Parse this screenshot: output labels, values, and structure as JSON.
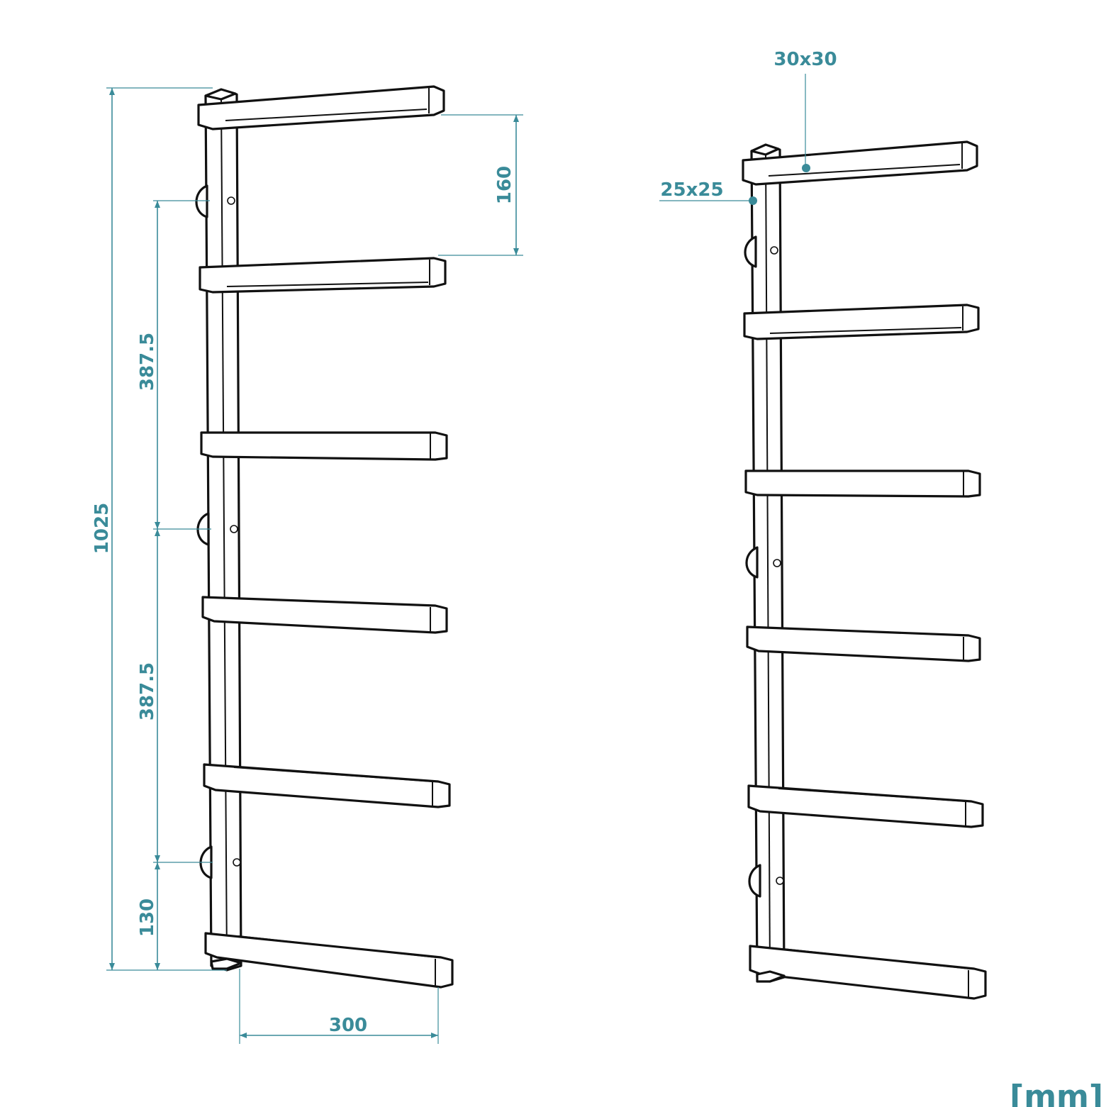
{
  "dimensions": {
    "total_height": "1025",
    "mount_spacing_upper": "387.5",
    "mount_spacing_lower": "387.5",
    "bottom_offset": "130",
    "arm_spacing": "160",
    "arm_length": "300"
  },
  "profiles": {
    "arm_profile": "30x30",
    "upright_profile": "25x25"
  },
  "unit": "[mm]",
  "colors": {
    "annotation": "#3a8b99",
    "outline": "#111111"
  }
}
